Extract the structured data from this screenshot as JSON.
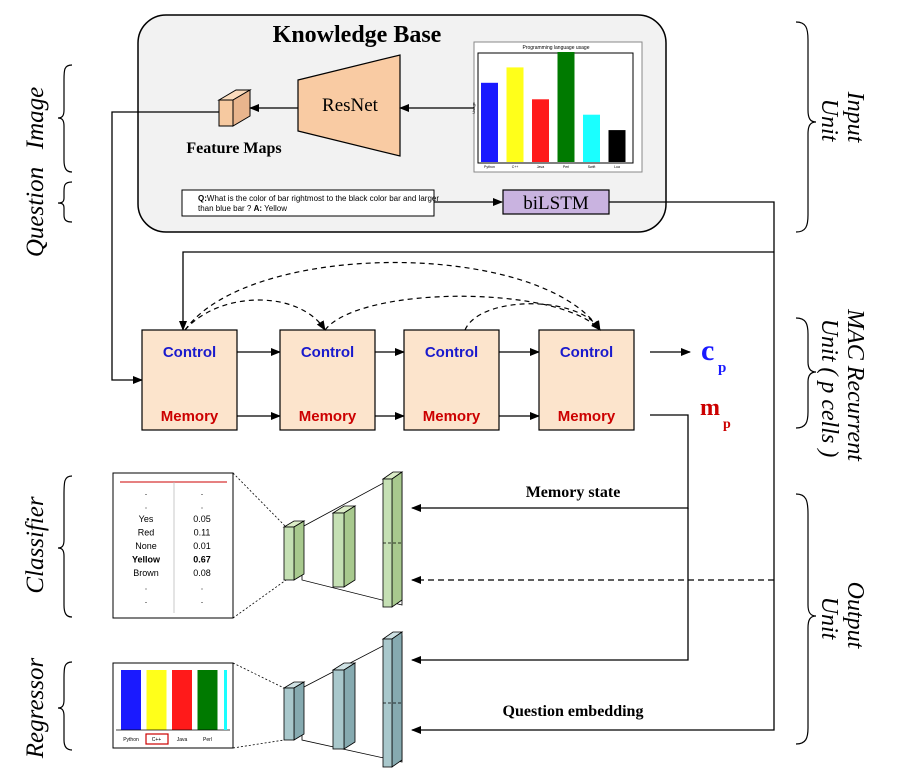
{
  "knowledge_base": {
    "title": "Knowledge Base",
    "resnet_label": "ResNet",
    "feature_maps_label": "Feature Maps",
    "bilstm_label": "biLSTM",
    "question_prefix": "Q:",
    "question_text_line1": "What is the color of bar rightmost to the black color bar and larger",
    "question_text_line2": "than blue bar ?",
    "answer_prefix": "A:",
    "answer_text": "Yellow"
  },
  "kb_chart": {
    "title": "Programming language usage",
    "ylabel": "Usage",
    "bars": [
      {
        "label": "Python",
        "value": 0.72,
        "color": "#1a1aff"
      },
      {
        "label": "C++",
        "value": 0.86,
        "color": "#ffff1a"
      },
      {
        "label": "Java",
        "value": 0.57,
        "color": "#ff1a1a"
      },
      {
        "label": "Perl",
        "value": 1.0,
        "color": "#007a00"
      },
      {
        "label": "Swift",
        "value": 0.43,
        "color": "#1affff"
      },
      {
        "label": "Lua",
        "value": 0.29,
        "color": "#000000"
      }
    ]
  },
  "side_labels": {
    "image": "Image",
    "question": "Question",
    "classifier": "Classifier",
    "regressor": "Regressor",
    "input_unit_line1": "Input",
    "input_unit_line2": "Unit",
    "mac_line1": "MAC Recurrent",
    "mac_line2": "Unit ( p cells )",
    "output_line1": "Output",
    "output_line2": "Unit"
  },
  "mac_cells": [
    {
      "control": "Control",
      "memory": "Memory"
    },
    {
      "control": "Control",
      "memory": "Memory"
    },
    {
      "control": "Control",
      "memory": "Memory"
    },
    {
      "control": "Control",
      "memory": "Memory"
    }
  ],
  "outputs": {
    "c_main": "c",
    "c_sub": "p",
    "m_main": "m",
    "m_sub": "p"
  },
  "annotations": {
    "memory_state": "Memory state",
    "question_embedding": "Question embedding"
  },
  "classifier_table": {
    "rows": [
      {
        "label": ".",
        "value": ".",
        "bold": false
      },
      {
        "label": ".",
        "value": ".",
        "bold": false
      },
      {
        "label": "Yes",
        "value": "0.05",
        "bold": false
      },
      {
        "label": "Red",
        "value": "0.11",
        "bold": false
      },
      {
        "label": "None",
        "value": "0.01",
        "bold": false
      },
      {
        "label": "Yellow",
        "value": "0.67",
        "bold": true
      },
      {
        "label": "Brown",
        "value": "0.08",
        "bold": false
      },
      {
        "label": ".",
        "value": ".",
        "bold": false
      },
      {
        "label": ".",
        "value": ".",
        "bold": false
      }
    ]
  },
  "regressor_chart": {
    "bars": [
      {
        "label": "Python",
        "color": "#1a1aff"
      },
      {
        "label": "C++",
        "color": "#ffff1a"
      },
      {
        "label": "Java",
        "color": "#ff1a1a"
      },
      {
        "label": "Perl",
        "color": "#007a00"
      }
    ]
  },
  "colors": {
    "cell_fill": "#fce4cc",
    "control_text": "#1a1acc",
    "memory_text": "#cc0000",
    "classifier_block": "#c5e0b4",
    "regressor_block": "#a9c8cc",
    "bilstm_fill": "#c9b3e0",
    "kb_fill": "#f2f2f2"
  }
}
